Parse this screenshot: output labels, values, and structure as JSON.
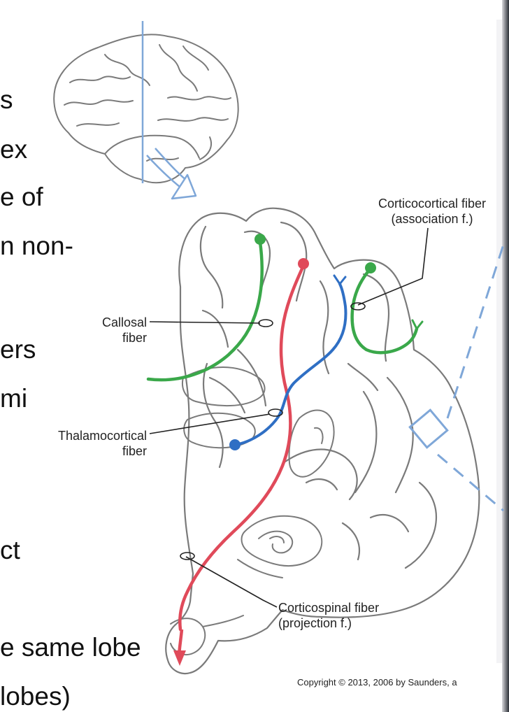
{
  "slide_text_fragments": [
    "s",
    "ex",
    "e of",
    "n non-",
    "ers",
    "mi",
    "ct",
    "e same lobe",
    "lobes)"
  ],
  "labels": {
    "corticocortical": [
      "Corticocortical fiber",
      "(association f.)"
    ],
    "callosal": [
      "Callosal",
      "fiber"
    ],
    "thalamocortical": [
      "Thalamocortical",
      "fiber"
    ],
    "corticospinal": [
      "Corticospinal fiber",
      "(projection f.)"
    ]
  },
  "copyright": "Copyright © 2013, 2006 by Saunders, a",
  "colors": {
    "callosal_fiber": "#3aa84a",
    "projection_fiber": "#e04a5a",
    "thalamocortical_fiber": "#2f6fc4",
    "association_fiber": "#3aa84a",
    "guide_lines": "#7fa7d8",
    "outline": "#7a7a7a"
  }
}
